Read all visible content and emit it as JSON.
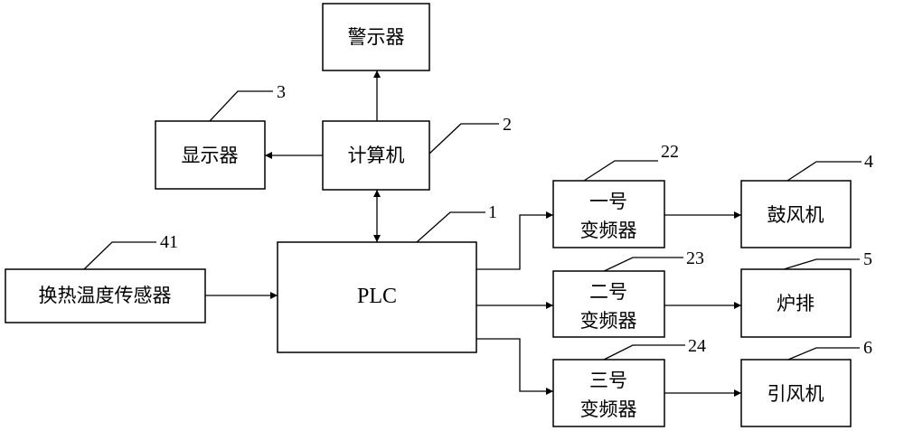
{
  "blocks": {
    "alarm": "警示器",
    "display": "显示器",
    "computer": "计算机",
    "plc": "PLC",
    "sensor": "换热温度传感器",
    "inverter1": {
      "line1": "一号",
      "line2": "变频器"
    },
    "inverter2": {
      "line1": "二号",
      "line2": "变频器"
    },
    "inverter3": {
      "line1": "三号",
      "line2": "变频器"
    },
    "blower": "鼓风机",
    "grate": "炉排",
    "induced_fan": "引风机"
  },
  "refs": {
    "plc": "1",
    "computer": "2",
    "display": "3",
    "blower": "4",
    "grate": "5",
    "induced_fan": "6",
    "inverter1": "22",
    "inverter2": "23",
    "inverter3": "24",
    "sensor": "41"
  }
}
